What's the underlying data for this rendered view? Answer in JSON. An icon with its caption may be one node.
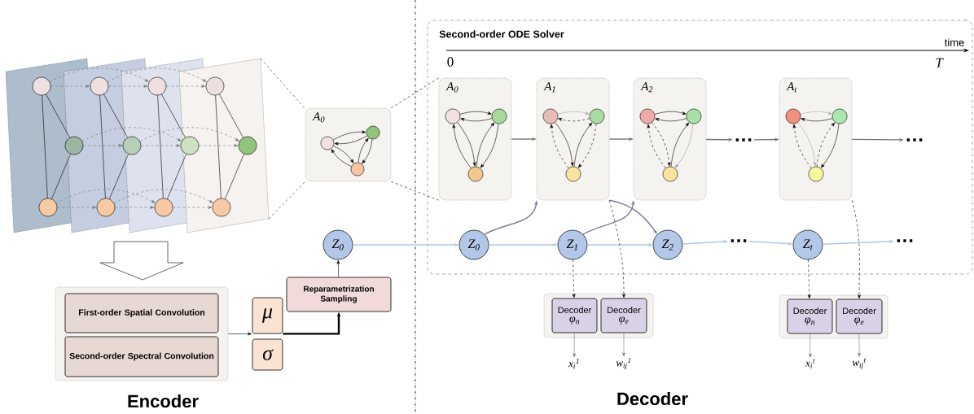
{
  "diagram": {
    "nodes": [
      {
        "text": [],
        "shape": "circle"
      },
      {
        "text": [],
        "shape": "circle"
      },
      {
        "text": [],
        "shape": "circle"
      },
      {
        "text": [],
        "shape": "circle"
      },
      {
        "text": [],
        "shape": "circle"
      },
      {
        "text": [],
        "shape": "circle"
      },
      {
        "text": [],
        "shape": "circle"
      },
      {
        "text": [],
        "shape": "circle"
      },
      {
        "text": [],
        "shape": "circle"
      },
      {
        "text": [],
        "shape": "circle"
      },
      {
        "text": [],
        "shape": "circle"
      },
      {
        "text": [],
        "shape": "circle"
      },
      {
        "text": [
          "A$_{0}$"
        ]
      },
      {
        "text": [],
        "shape": "circle",
        "in": 12
      },
      {
        "text": [],
        "shape": "circle",
        "in": 12
      },
      {
        "text": [],
        "shape": "circle",
        "in": 12
      },
      {
        "text": [
          "Second-order ODE Solver"
        ]
      },
      {
        "text": [
          "A$_{0}$"
        ],
        "in": 16
      },
      {
        "text": [],
        "shape": "circle",
        "in": 17
      },
      {
        "text": [],
        "shape": "circle",
        "in": 17
      },
      {
        "text": [],
        "shape": "circle",
        "in": 17
      },
      {
        "text": [
          "A$_{1}$"
        ],
        "in": 16
      },
      {
        "text": [],
        "shape": "circle",
        "in": 21
      },
      {
        "text": [],
        "shape": "circle",
        "in": 21
      },
      {
        "text": [],
        "shape": "circle",
        "in": 21
      },
      {
        "text": [
          "A$_{2}$"
        ],
        "in": 16
      },
      {
        "text": [],
        "shape": "circle",
        "in": 25
      },
      {
        "text": [],
        "shape": "circle",
        "in": 25
      },
      {
        "text": [],
        "shape": "circle",
        "in": 25
      },
      {
        "text": [
          "…"
        ],
        "in": 16
      },
      {
        "text": [
          "A$_{t}$"
        ],
        "in": 16
      },
      {
        "text": [],
        "shape": "circle",
        "in": 30
      },
      {
        "text": [],
        "shape": "circle",
        "in": 30
      },
      {
        "text": [],
        "shape": "circle",
        "in": 30
      },
      {
        "text": [
          "…"
        ],
        "in": 16
      },
      {
        "text": [
          "Z$_{0}$"
        ]
      },
      {
        "text": [
          "Z$_{0}$"
        ],
        "in": 16
      },
      {
        "text": [
          "Z$_{1}$"
        ],
        "in": 16
      },
      {
        "text": [
          "Z$_{2}$"
        ],
        "in": 16
      },
      {
        "text": [
          "…"
        ],
        "in": 16
      },
      {
        "text": [
          "Z$_{t}$"
        ],
        "in": 16
      },
      {
        "text": [
          "…"
        ],
        "in": 16
      },
      {
        "text": [],
        "shape": "box"
      },
      {
        "text": [
          "First-order Spatial Convolution"
        ],
        "in": 42
      },
      {
        "text": [
          "Second-order Spectral Convolution"
        ],
        "in": 42
      },
      {
        "text": [
          "μ"
        ]
      },
      {
        "text": [
          "σ"
        ]
      },
      {
        "text": [
          "Reparametrization Sampling"
        ]
      },
      {
        "text": [],
        "shape": "box"
      },
      {
        "text": [
          "Decoder",
          "φ$_{n}$"
        ],
        "in": 48
      },
      {
        "text": [
          "Decoder",
          "φ$_{e}$"
        ],
        "in": 48
      },
      {
        "text": [
          "x$_{i}$$^{1}$"
        ]
      },
      {
        "text": [
          "w$_{ij}$$^{1}$"
        ]
      },
      {
        "text": [],
        "shape": "box"
      },
      {
        "text": [
          "Decoder",
          "φ$_{n}$"
        ],
        "in": 53
      },
      {
        "text": [
          "Decoder",
          "φ$_{e}$"
        ],
        "in": 53
      },
      {
        "text": [
          "x$_{i}$$^{t}$"
        ]
      },
      {
        "text": [
          "w$_{ij}$$^{t}$"
        ]
      }
    ],
    "edges": [
      {
        "from": 0,
        "to": 2,
        "arrow": "none"
      },
      {
        "from": 0,
        "to": 1,
        "arrow": "none"
      },
      {
        "from": 1,
        "to": 2,
        "arrow": "none"
      },
      {
        "from": 3,
        "to": 5,
        "arrow": "none"
      },
      {
        "from": 3,
        "to": 4,
        "arrow": "none"
      },
      {
        "from": 4,
        "to": 5,
        "arrow": "none"
      },
      {
        "from": 6,
        "to": 8,
        "arrow": "none"
      },
      {
        "from": 6,
        "to": 7,
        "arrow": "none"
      },
      {
        "from": 7,
        "to": 8,
        "arrow": "none"
      },
      {
        "from": 9,
        "to": 11,
        "arrow": "none"
      },
      {
        "from": 9,
        "to": 10,
        "arrow": "none"
      },
      {
        "from": 10,
        "to": 11,
        "arrow": "none"
      },
      {
        "from": 0,
        "to": 3,
        "arrow": "to",
        "style": "dashed",
        "color": "#777777"
      },
      {
        "from": 3,
        "to": 6,
        "arrow": "to",
        "style": "dashed",
        "color": "#777777"
      },
      {
        "from": 6,
        "to": 9,
        "arrow": "to",
        "style": "dashed",
        "color": "#777777"
      },
      {
        "from": 0,
        "to": 6,
        "arrow": "to",
        "style": "dashed",
        "color": "#777777"
      },
      {
        "from": 3,
        "to": 9,
        "arrow": "to",
        "style": "dashed",
        "color": "#777777"
      },
      {
        "from": 1,
        "to": 4,
        "arrow": "to",
        "style": "dashed",
        "color": "#777777"
      },
      {
        "from": 4,
        "to": 7,
        "arrow": "to",
        "style": "dashed",
        "color": "#777777"
      },
      {
        "from": 7,
        "to": 10,
        "arrow": "to",
        "style": "dashed",
        "color": "#777777"
      },
      {
        "from": 1,
        "to": 7,
        "arrow": "to",
        "style": "dashed",
        "color": "#777777"
      },
      {
        "from": 4,
        "to": 10,
        "arrow": "to",
        "style": "dashed",
        "color": "#777777"
      },
      {
        "from": 2,
        "to": 5,
        "arrow": "to",
        "style": "dashed",
        "color": "#777777"
      },
      {
        "from": 5,
        "to": 8,
        "arrow": "to",
        "style": "dashed",
        "color": "#777777"
      },
      {
        "from": 8,
        "to": 11,
        "arrow": "to",
        "style": "dashed",
        "color": "#777777"
      },
      {
        "from": 2,
        "to": 8,
        "arrow": "to",
        "style": "dashed",
        "color": "#777777"
      },
      {
        "from": 5,
        "to": 11,
        "arrow": "to",
        "style": "dashed",
        "color": "#777777"
      },
      {
        "from": 13,
        "to": 14,
        "arrow": "to"
      },
      {
        "from": 14,
        "to": 13,
        "arrow": "to"
      },
      {
        "from": 13,
        "to": 15,
        "arrow": "to"
      },
      {
        "from": 15,
        "to": 13,
        "arrow": "to"
      },
      {
        "from": 14,
        "to": 15,
        "arrow": "to"
      },
      {
        "from": 15,
        "to": 14,
        "arrow": "to"
      },
      {
        "from": 18,
        "to": 19,
        "arrow": "to"
      },
      {
        "from": 19,
        "to": 18,
        "arrow": "to"
      },
      {
        "from": 18,
        "to": 20,
        "arrow": "to"
      },
      {
        "from": 20,
        "to": 18,
        "arrow": "to"
      },
      {
        "from": 19,
        "to": 20,
        "arrow": "to"
      },
      {
        "from": 20,
        "to": 19,
        "arrow": "to"
      },
      {
        "from": 22,
        "to": 23,
        "arrow": "to",
        "color": "#aaaaaa"
      },
      {
        "from": 23,
        "to": 22,
        "arrow": "to",
        "style": "dashed"
      },
      {
        "from": 22,
        "to": 24,
        "arrow": "to"
      },
      {
        "from": 24,
        "to": 22,
        "arrow": "to",
        "style": "dashed"
      },
      {
        "from": 24,
        "to": 23,
        "arrow": "to"
      },
      {
        "from": 23,
        "to": 24,
        "arrow": "to",
        "style": "dashed"
      },
      {
        "from": 26,
        "to": 27,
        "arrow": "to"
      },
      {
        "from": 27,
        "to": 26,
        "arrow": "to"
      },
      {
        "from": 26,
        "to": 28,
        "arrow": "to",
        "style": "dashed"
      },
      {
        "from": 28,
        "to": 26,
        "arrow": "to",
        "style": "dashed"
      },
      {
        "from": 28,
        "to": 27,
        "arrow": "to"
      },
      {
        "from": 27,
        "to": 28,
        "arrow": "to",
        "color": "#999999"
      },
      {
        "from": 31,
        "to": 32,
        "arrow": "to",
        "color": "#aaaaaa"
      },
      {
        "from": 32,
        "to": 31,
        "arrow": "to"
      },
      {
        "from": 33,
        "to": 31,
        "arrow": "to",
        "style": "dashed"
      },
      {
        "from": 31,
        "to": 33,
        "arrow": "to",
        "color": "#aaaaaa"
      },
      {
        "from": 33,
        "to": 32,
        "arrow": "to",
        "style": "dashed"
      },
      {
        "from": 32,
        "to": 33,
        "arrow": "to"
      },
      {
        "from": 17,
        "to": 21,
        "arrow": "to",
        "color": "#777777"
      },
      {
        "from": 21,
        "to": 25,
        "arrow": "to",
        "color": "#777777"
      },
      {
        "from": 25,
        "to": 29,
        "arrow": "to",
        "color": "#777777"
      },
      {
        "from": 29,
        "to": 30,
        "arrow": "to",
        "color": "#777777"
      },
      {
        "from": 30,
        "to": 34,
        "arrow": "to",
        "color": "#777777"
      },
      {
        "from": 35,
        "to": 36,
        "arrow": "to",
        "color": "#aec6e8"
      },
      {
        "from": 36,
        "to": 37,
        "arrow": "to",
        "color": "#aec6e8"
      },
      {
        "from": 37,
        "to": 38,
        "arrow": "to",
        "color": "#aec6e8"
      },
      {
        "from": 38,
        "to": 39,
        "arrow": "to",
        "color": "#aec6e8"
      },
      {
        "from": 39,
        "to": 40,
        "arrow": "to",
        "color": "#aec6e8"
      },
      {
        "from": 40,
        "to": 41,
        "arrow": "to",
        "color": "#aec6e8"
      },
      {
        "from": 36,
        "to": 21,
        "arrow": "to",
        "color": "#7b7b9b"
      },
      {
        "from": 37,
        "to": 25,
        "arrow": "to",
        "color": "#7b7b9b"
      },
      {
        "from": 21,
        "to": 38,
        "arrow": "to",
        "color": "#7b7b9b"
      },
      {
        "from": 37,
        "to": 49,
        "arrow": "to",
        "style": "dashed"
      },
      {
        "from": 21,
        "to": 50,
        "arrow": "to",
        "style": "dashed"
      },
      {
        "from": 40,
        "to": 54,
        "arrow": "to",
        "style": "dashed"
      },
      {
        "from": 30,
        "to": 55,
        "arrow": "to",
        "style": "dashed"
      },
      {
        "from": 49,
        "to": 51,
        "arrow": "to",
        "color": "#777777"
      },
      {
        "from": 50,
        "to": 52,
        "arrow": "to",
        "color": "#777777"
      },
      {
        "from": 54,
        "to": 56,
        "arrow": "to",
        "color": "#777777"
      },
      {
        "from": 55,
        "to": 57,
        "arrow": "to",
        "color": "#777777"
      },
      {
        "from": 42,
        "to": 45,
        "arrow": "to"
      },
      {
        "from": 45,
        "to": 47,
        "arrow": "to",
        "style": "thick"
      },
      {
        "from": 47,
        "to": 35,
        "arrow": "to"
      },
      {
        "from": 12,
        "to": 17,
        "arrow": "none",
        "style": "dashed"
      },
      {
        "from": 12,
        "to": 17,
        "arrow": "none",
        "style": "dashed"
      },
      {
        "from": 8,
        "to": 42,
        "arrow": "to"
      }
    ],
    "labels": [
      "time",
      "0",
      "T",
      "Encoder",
      "Decoder"
    ]
  }
}
